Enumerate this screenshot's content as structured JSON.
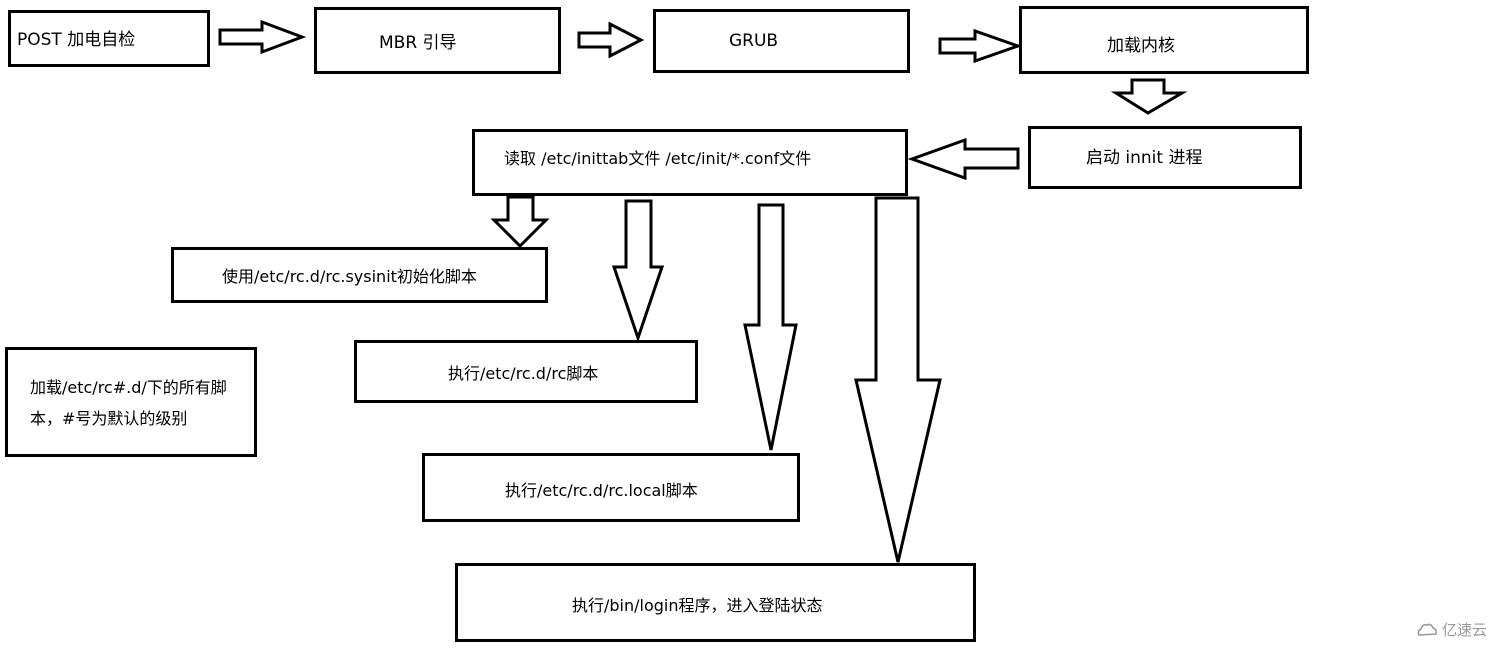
{
  "steps": {
    "post": "POST 加电自检",
    "mbr": "MBR  引导",
    "grub": "GRUB",
    "kernel": "加载内核",
    "init": "启动 innit  进程",
    "read_conf": "读取  /etc/inittab文件 /etc/init/*.conf文件",
    "sysinit": "使用/etc/rc.d/rc.sysinit初始化脚本",
    "rc": "执行/etc/rc.d/rc脚本",
    "rc_local": "执行/etc/rc.d/rc.local脚本",
    "login": "执行/bin/login程序，进入登陆状态",
    "runlevel_line1": "加载/etc/rc#.d/下的所有脚",
    "runlevel_line2": "本，#号为默认的级别"
  },
  "watermark": {
    "text": "亿速云",
    "icon": "cloud-logo-icon"
  }
}
